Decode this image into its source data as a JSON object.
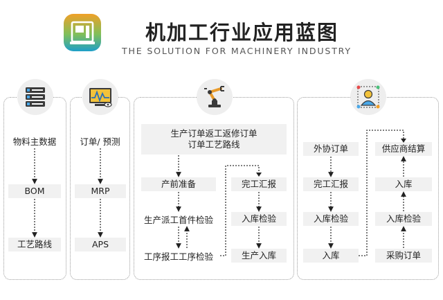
{
  "header": {
    "title": "机加工行业应用蓝图",
    "subtitle": "THE SOLUTION FOR MACHINERY INDUSTRY"
  },
  "panel1": {
    "icon": "server-icon",
    "items": [
      "物料主数据",
      "BOM",
      "工艺路线"
    ]
  },
  "panel2": {
    "icon": "monitor-chart-icon",
    "items": [
      "订单/ 预测",
      "MRP",
      "APS"
    ]
  },
  "panel3": {
    "icon": "robot-arm-icon",
    "top_line1": "生产订单返工返修订单",
    "top_line2": "订单工艺路线",
    "left": [
      "产前准备",
      "生产派工首件检验",
      "工序报工工序检验"
    ],
    "right": [
      "完工汇报",
      "入库检验",
      "生产入库"
    ]
  },
  "panel4": {
    "icon": "worker-network-icon",
    "left": [
      "外协订单",
      "完工汇报",
      "入库检验",
      "入库"
    ],
    "right": [
      "供应商结算",
      "入库",
      "入库检验",
      "采购订单"
    ]
  },
  "colors": {
    "box_bg": "#f1f1f1",
    "logo_teal": "#2aa8a0",
    "logo_orange": "#f0a028"
  }
}
